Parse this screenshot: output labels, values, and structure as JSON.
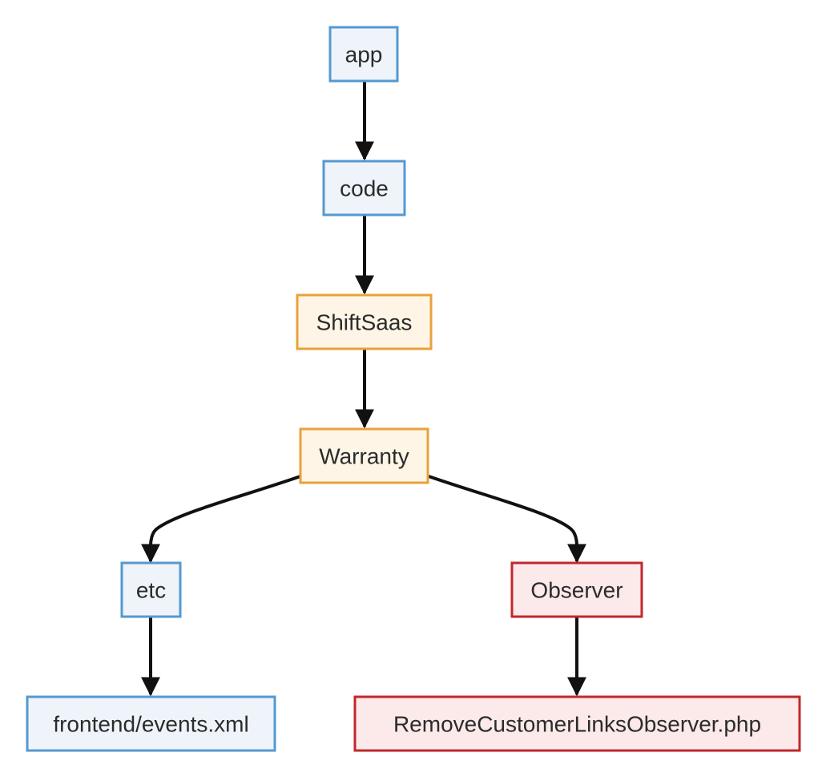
{
  "diagram": {
    "type": "tree",
    "colors": {
      "folder": "#5499d1",
      "module": "#e8a23a",
      "observer": "#c0282c",
      "edge": "#111111"
    },
    "nodes": {
      "app": "app",
      "code": "code",
      "shiftsaas": "ShiftSaas",
      "warranty": "Warranty",
      "etc": "etc",
      "observer": "Observer",
      "events": "frontend/events.xml",
      "remove_observer": "RemoveCustomerLinksObserver.php"
    },
    "edges": [
      [
        "app",
        "code"
      ],
      [
        "code",
        "shiftsaas"
      ],
      [
        "shiftsaas",
        "warranty"
      ],
      [
        "warranty",
        "etc"
      ],
      [
        "warranty",
        "observer"
      ],
      [
        "etc",
        "events"
      ],
      [
        "observer",
        "remove_observer"
      ]
    ]
  }
}
